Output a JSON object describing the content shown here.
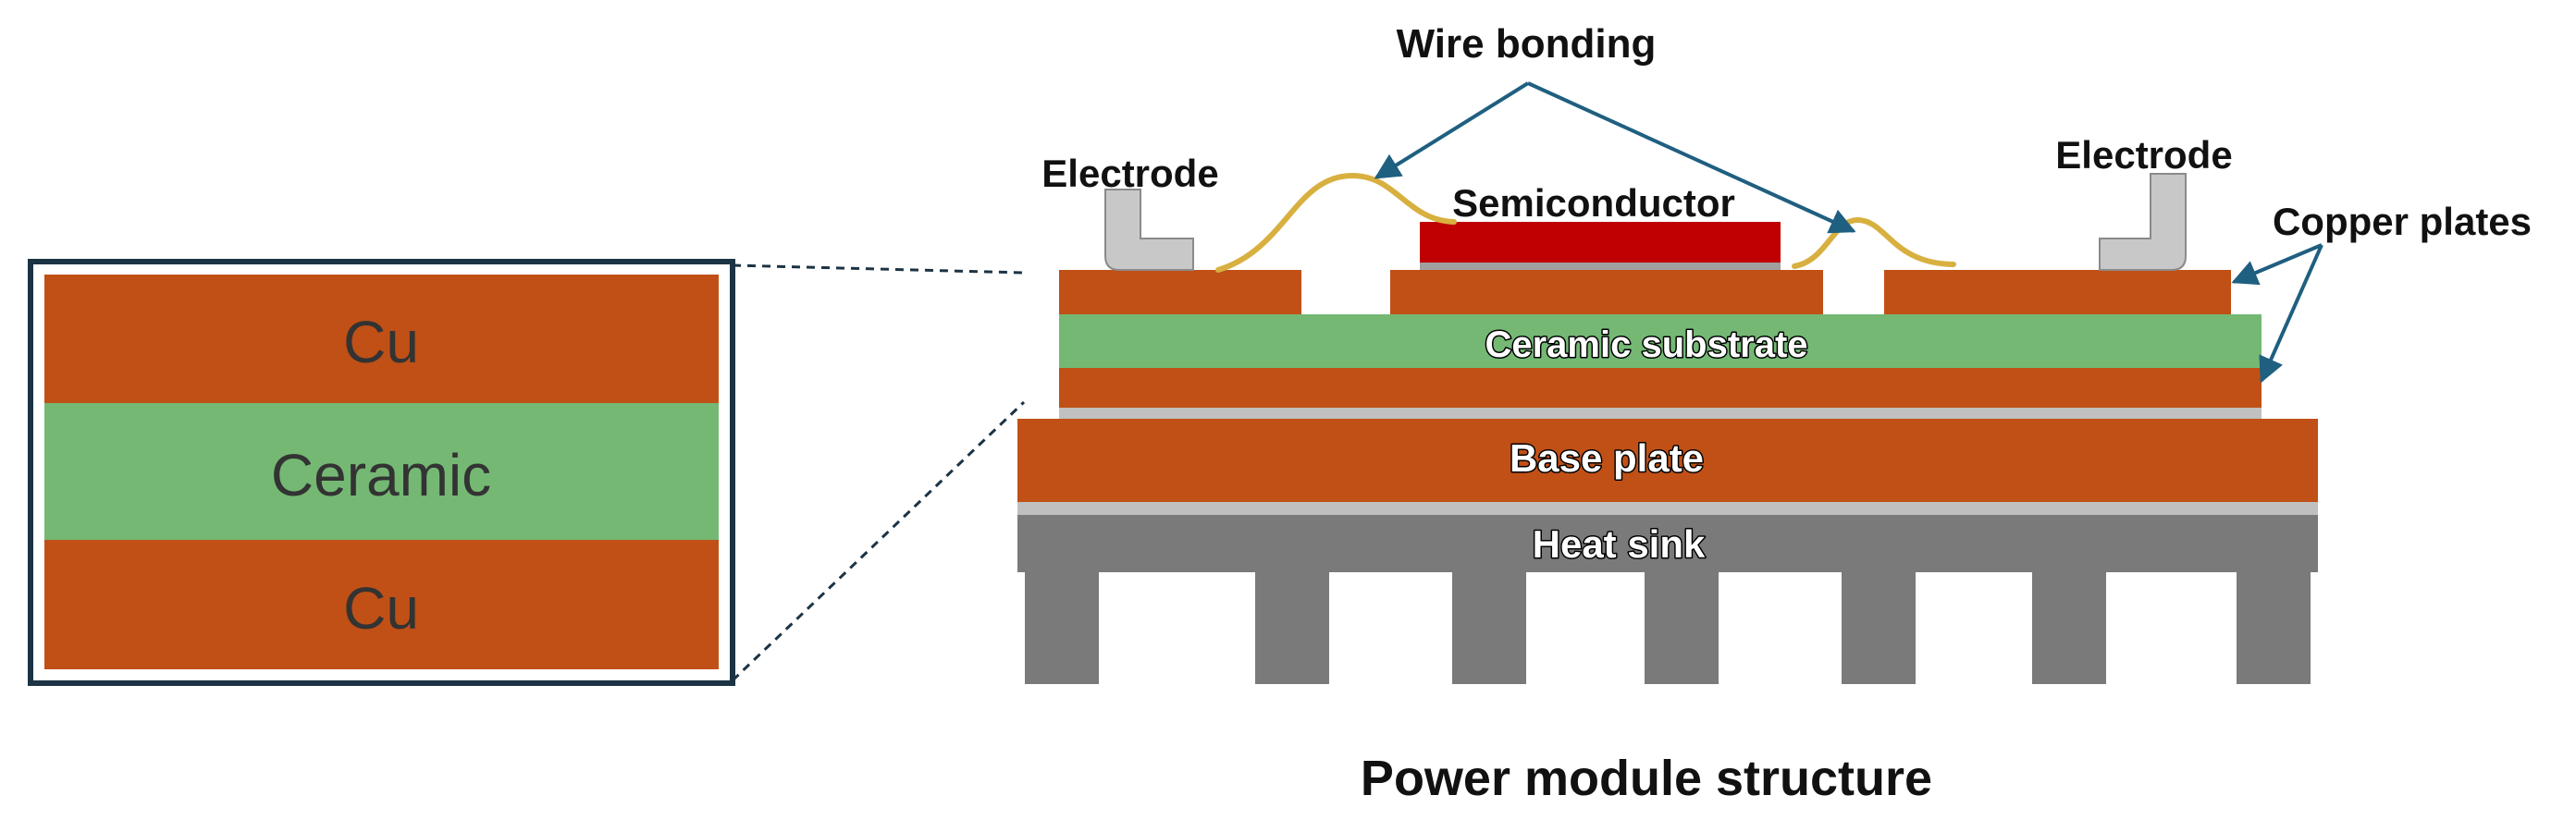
{
  "inset": {
    "top_label": "Cu",
    "middle_label": "Ceramic",
    "bottom_label": "Cu"
  },
  "labels": {
    "wire_bonding": "Wire bonding",
    "electrode_left": "Electrode",
    "electrode_right": "Electrode",
    "semiconductor": "Semiconductor",
    "copper_plates": "Copper plates",
    "ceramic_substrate": "Ceramic substrate",
    "base_plate": "Base plate",
    "heat_sink": "Heat sink",
    "caption": "Power module structure"
  },
  "colors": {
    "copper": "#c05016",
    "ceramic": "#74b874",
    "semiconductor": "#c00000",
    "heat_sink": "#7a7a7a",
    "solder": "#c0c0c0",
    "electrode": "#c8c8c8",
    "wire": "#d8b040",
    "arrow": "#1f5f80",
    "inset_border": "#1b3344"
  }
}
